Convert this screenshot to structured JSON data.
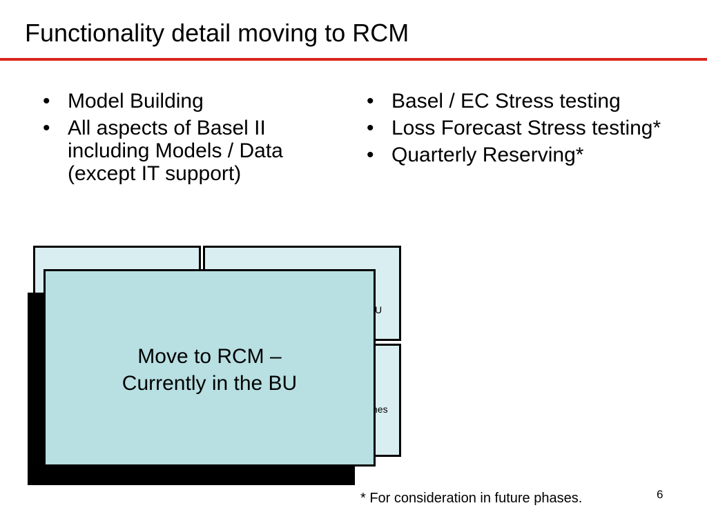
{
  "slide": {
    "title": "Functionality detail moving to RCM",
    "accent_color": "#d9251c"
  },
  "left_column": {
    "items": [
      "Model Building",
      "All aspects of Basel II including Models / Data (except IT support)"
    ]
  },
  "right_column": {
    "items": [
      "Basel / EC Stress testing",
      "Loss Forecast Stress testing*",
      "Quarterly Reserving*"
    ]
  },
  "background_boxes": {
    "box_2_fragment": "U",
    "box_3_fragment": "nes"
  },
  "callout": {
    "line1": "Move to RCM –",
    "line2": "Currently in the BU",
    "fill_color": "#b8dfe2"
  },
  "footer": {
    "footnote": "* For consideration in future phases.",
    "page_number": "6"
  }
}
